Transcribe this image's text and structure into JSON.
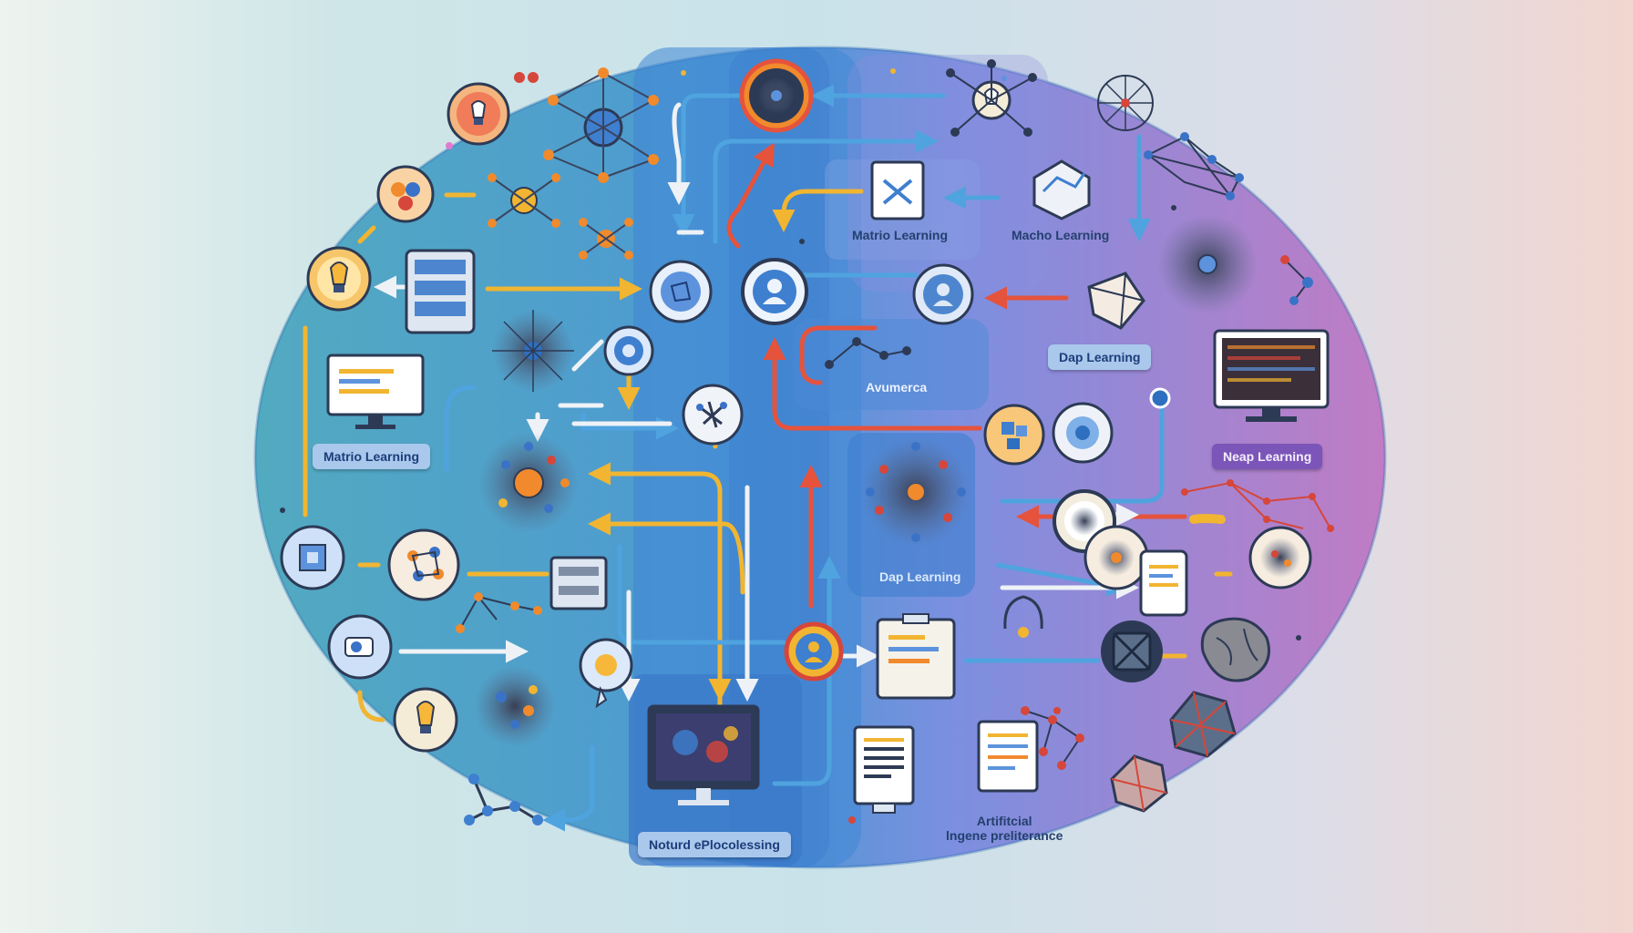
{
  "labels": {
    "ml_top_center": "Matrio Learning",
    "ml_top_right": "Macho Learning",
    "dl_top": "Dap Learning",
    "ml_left": "Matrio Learning",
    "avmerca": "Avumerca",
    "nl_right": "Neap Learning",
    "dl_center": "Dap Learning",
    "nlp_bottom": "Noturd ePlocolessing",
    "ai_line1": "Artifitcial",
    "ai_line2": "lngene preliterance"
  },
  "colors": {
    "panel_left": "#4ea6c4",
    "panel_center": "#3f86d6",
    "panel_right": "#8a86db",
    "panel_far_right": "#b078c9",
    "arrow_yellow": "#f1b531",
    "arrow_red": "#e5533d",
    "arrow_blue": "#4fa3df",
    "node_blue": "#2f6fbf",
    "node_orange": "#f08a2c",
    "node_red": "#d6463a"
  },
  "icons": {
    "lightbulb": "lightbulb-icon",
    "user": "user-icon",
    "network": "network-icon",
    "monitor": "monitor-icon",
    "server": "server-icon",
    "document": "document-icon",
    "puzzle": "puzzle-icon",
    "brain": "brain-icon",
    "cube": "cube-icon",
    "tablet": "tablet-icon",
    "book": "book-icon",
    "location": "location-pin-icon"
  }
}
